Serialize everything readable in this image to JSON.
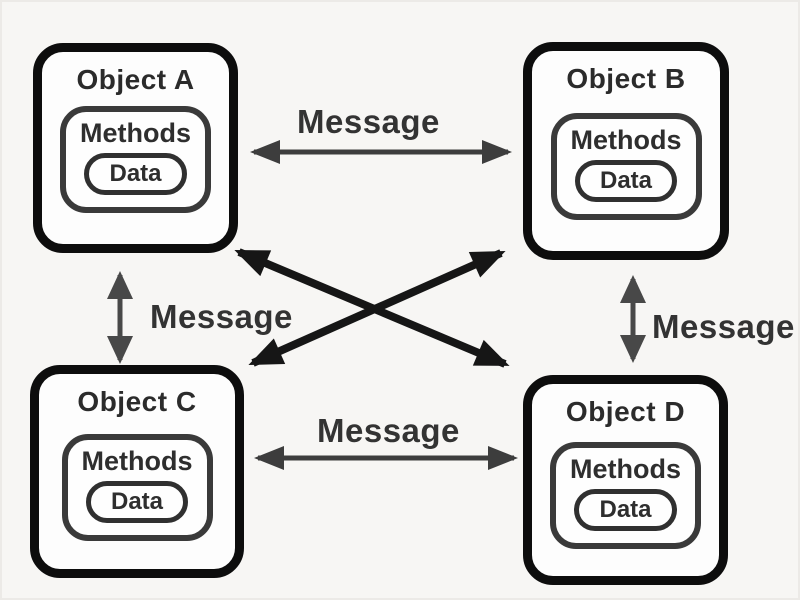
{
  "diagram": {
    "description": "Object-oriented message passing diagram",
    "colors": {
      "page_bg": "#f7f6f4",
      "box_bg": "#fdfdfd",
      "box_border": "#0d0d0d",
      "inner_border": "#3a3a3a",
      "text": "#2b2b2b",
      "arrow_horizontal": "#3d3d3d",
      "arrow_vertical": "#484848",
      "arrow_diagonal": "#161616",
      "label_text": "#333333"
    },
    "objects": [
      {
        "id": "A",
        "title": "Object A",
        "methods": "Methods",
        "data": "Data"
      },
      {
        "id": "B",
        "title": "Object B",
        "methods": "Methods",
        "data": "Data"
      },
      {
        "id": "C",
        "title": "Object C",
        "methods": "Methods",
        "data": "Data"
      },
      {
        "id": "D",
        "title": "Object D",
        "methods": "Methods",
        "data": "Data"
      }
    ],
    "connections": [
      {
        "from": "Object A",
        "to": "Object B",
        "label": "Message",
        "style": "horizontal-double-arrow"
      },
      {
        "from": "Object A",
        "to": "Object C",
        "label": "Message",
        "style": "vertical-double-arrow"
      },
      {
        "from": "Object B",
        "to": "Object D",
        "label": "Message",
        "style": "vertical-double-arrow"
      },
      {
        "from": "Object C",
        "to": "Object D",
        "label": "Message",
        "style": "horizontal-double-arrow"
      },
      {
        "from": "Object A",
        "to": "Object D",
        "label": "",
        "style": "diagonal-double-arrow"
      },
      {
        "from": "Object C",
        "to": "Object B",
        "label": "",
        "style": "diagonal-double-arrow"
      }
    ]
  }
}
